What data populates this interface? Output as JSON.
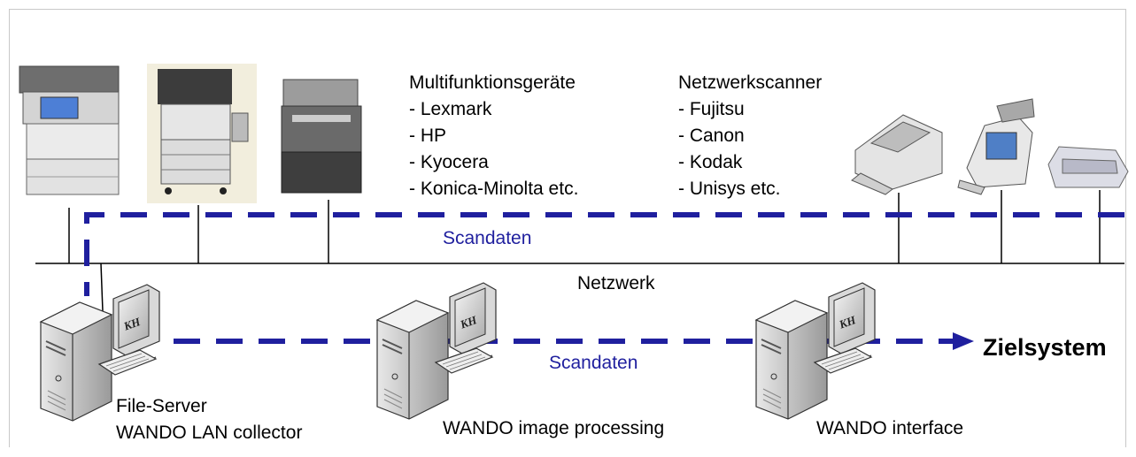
{
  "labels": {
    "multifunction_title": "Multifunktionsgeräte",
    "multifunction_items": [
      "- Lexmark",
      "- HP",
      "- Kyocera",
      "- Konica-Minolta etc."
    ],
    "scanner_title": "Netzwerkscanner",
    "scanner_items": [
      "- Fujitsu",
      "- Canon",
      "- Kodak",
      "- Unisys etc."
    ],
    "scandaten_top": "Scandaten",
    "netzwerk": "Netzwerk",
    "scandaten_bottom": "Scandaten",
    "target": "Zielsystem",
    "server1_line1": "File-Server",
    "server1_line2": "WANDO LAN collector",
    "server2": "WANDO image processing",
    "server3": "WANDO interface"
  },
  "icons": {
    "mfp1": "lexmark-mfp-icon",
    "mfp2": "floor-copier-icon",
    "mfp3": "hp-mfp-icon",
    "scanner1": "fujitsu-scanner-icon",
    "scanner2": "canon-scanner-icon",
    "scanner3": "check-scanner-icon",
    "server": "server-workstation-icon"
  },
  "colors": {
    "dataflow": "#1f1f9e",
    "network": "#000000"
  }
}
